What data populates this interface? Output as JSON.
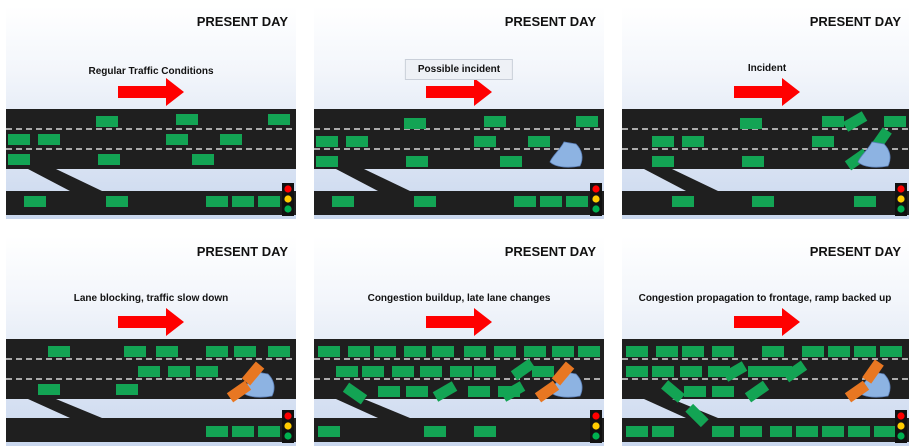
{
  "colors": {
    "road": "#1f1f1f",
    "lane_dash": "#ffffff",
    "car": "#13a454",
    "car_incident": "#e87722",
    "arrow": "#ff0000",
    "puddle": "#8db3e2",
    "light_red": "#ff0000",
    "light_yellow": "#ffcc00",
    "light_green": "#00b050"
  },
  "panels": [
    {
      "title": "PRESENT DAY",
      "caption": "Regular Traffic Conditions",
      "caption_boxed": false
    },
    {
      "title": "PRESENT DAY",
      "caption": "Possible incident",
      "caption_boxed": true
    },
    {
      "title": "PRESENT DAY",
      "caption": "Incident",
      "caption_boxed": false
    },
    {
      "title": "PRESENT DAY",
      "caption": "Lane blocking, traffic slow down",
      "caption_boxed": false
    },
    {
      "title": "PRESENT DAY",
      "caption": "Congestion buildup, late lane changes",
      "caption_boxed": false
    },
    {
      "title": "PRESENT DAY",
      "caption": "Congestion propagation to frontage, ramp backed up",
      "caption_boxed": false
    }
  ]
}
